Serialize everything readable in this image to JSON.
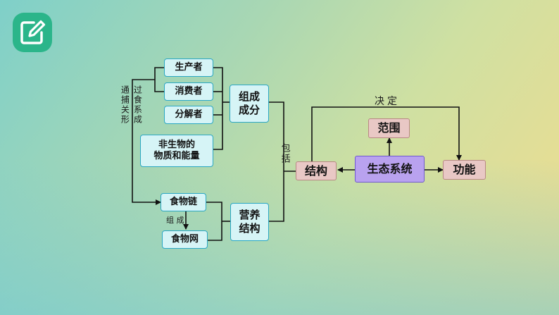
{
  "nodes": {
    "producer": "生产者",
    "consumer": "消费者",
    "decomposer": "分解者",
    "abiotic_line1": "非生物的",
    "abiotic_line2": "物质和能量",
    "composition": "组成成分",
    "food_chain": "食物链",
    "food_web": "食物网",
    "trophic_structure": "营养结构",
    "structure": "结构",
    "ecosystem": "生态系统",
    "scope": "范围",
    "function": "功能"
  },
  "labels": {
    "predation_col1": "通捕关形",
    "predation_col2": "过食系成",
    "compose": "组 成",
    "include": "包括",
    "determine": "决定"
  },
  "colors": {
    "cyan_box": "#d6f4f6",
    "cyan_border": "#2aa7c4",
    "pink_box": "#e9c8c5",
    "purple_box": "#b9a2ef",
    "badge": "#2bb58a"
  },
  "icons": {
    "badge": "edit-note-icon"
  }
}
